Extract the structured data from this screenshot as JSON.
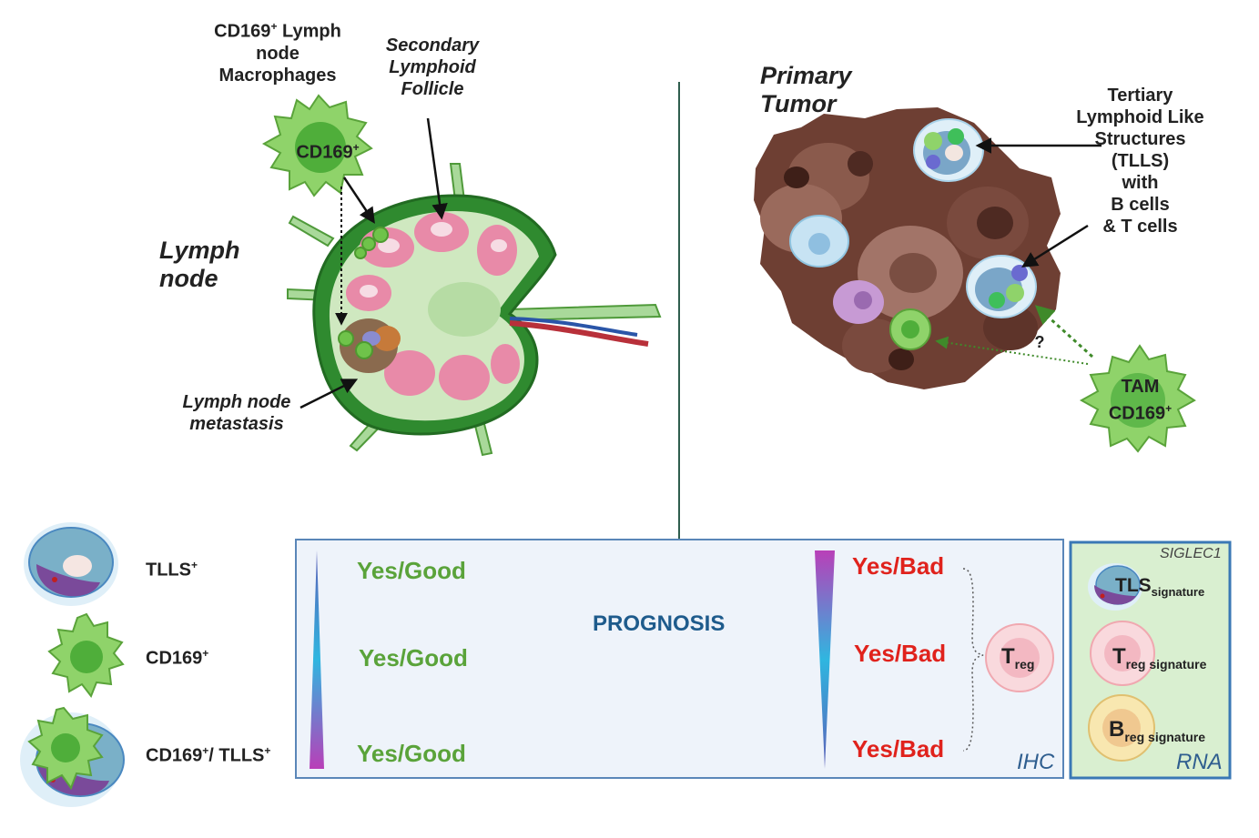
{
  "lymph_node": {
    "title": "Lymph node",
    "title_line2": "node",
    "macrophage_label_line1": "CD169",
    "macrophage_label_sup": "+",
    "macrophage_label_line1_rest": " Lymph",
    "macrophage_label_line2": "node",
    "macrophage_label_line3": "Macrophages",
    "macrophage_cell_label": "CD169",
    "follicle_line1": "Secondary",
    "follicle_line2": "Lymphoid",
    "follicle_line3": "Follicle",
    "metastasis_line1": "Lymph node",
    "metastasis_line2": "metastasis",
    "title_line1": "Lymph"
  },
  "tumor": {
    "title_line1": "Primary",
    "title_line2": "Tumor",
    "tlls_line1": "Tertiary",
    "tlls_line2": "Lymphoid Like",
    "tlls_line3": "Structures",
    "tlls_line4": "(TLLS)",
    "tlls_line5": "with",
    "tlls_line6": "B cells",
    "tlls_line7": "& T cells",
    "question": "?",
    "tam_line1": "TAM",
    "tam_line2": "CD169"
  },
  "legend": {
    "tlls": "TLLS",
    "cd169": "CD169",
    "both_a": "CD169",
    "both_b": "/ TLLS",
    "sup": "+"
  },
  "prognosis": {
    "title": "PROGNOSIS",
    "good": [
      "Yes/Good",
      "Yes/Good",
      "Yes/Good"
    ],
    "bad": [
      "Yes/Bad",
      "Yes/Bad",
      "Yes/Bad"
    ],
    "treg_main": "T",
    "treg_sub": "reg",
    "method": "IHC"
  },
  "rna": {
    "gene": "SIGLEC1",
    "tls_main": "TLS",
    "tls_sub": "signature",
    "treg_main": "T",
    "treg_sub": "reg",
    "treg_sig": " signature",
    "breg_main": "B",
    "breg_sub": "reg",
    "breg_sig": " signature",
    "method": "RNA"
  },
  "colors": {
    "good_green": "#5aa33a",
    "bad_red": "#e0221c",
    "panel_blue": "#3a6ea5",
    "rna_green": "#d9efd0"
  }
}
